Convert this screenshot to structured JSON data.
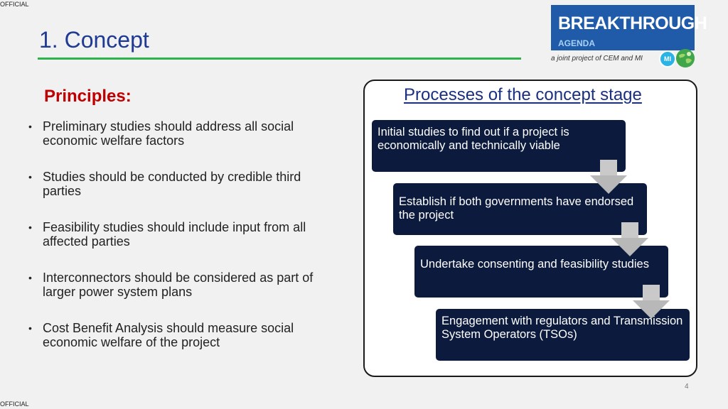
{
  "classification": {
    "top": "OFFICIAL",
    "bottom": "OFFICIAL"
  },
  "slide": {
    "title": "1. Concept",
    "page_number": "4"
  },
  "logo": {
    "main": "BREAKTHROUGH",
    "sub": "AGENDA",
    "tagline": "a joint project of CEM and MI",
    "badge_text": "MI"
  },
  "principles": {
    "heading": "Principles:",
    "items": [
      "Preliminary studies should address all social economic welfare factors",
      "Studies should be conducted by credible third parties",
      "Feasibility studies should include input from all affected parties",
      "Interconnectors should be considered as part of larger power system plans",
      "Cost Benefit Analysis should measure social economic welfare of the project"
    ]
  },
  "process": {
    "title": "Processes of the concept stage",
    "steps": [
      "Initial studies to find out if a project is economically and technically viable",
      "Establish if both governments have endorsed the project",
      "Undertake consenting and feasibility studies",
      "Engagement with regulators and Transmission System Operators (TSOs)"
    ]
  },
  "colors": {
    "title": "#1f3a93",
    "rule": "#2db34a",
    "heading": "#c00000",
    "step_fill": "#0b1a3d",
    "arrow": "#b8b8b8",
    "logo_blue": "#1f5ba8"
  }
}
